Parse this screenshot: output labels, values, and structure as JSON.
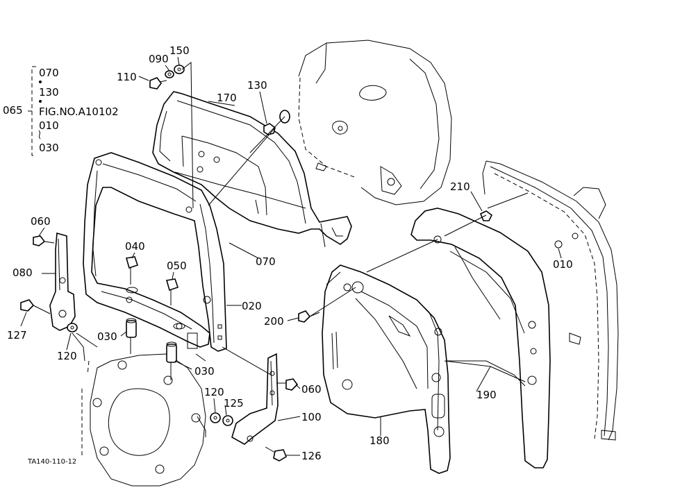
{
  "diagram": {
    "parts": {
      "p010": "010",
      "p020": "020",
      "p030a": "030",
      "p030b": "030",
      "p040": "040",
      "p050": "050",
      "p060a": "060",
      "p060b": "060",
      "p065": "065",
      "p070": "070",
      "p080": "080",
      "p090": "090",
      "p100": "100",
      "p110": "110",
      "p120a": "120",
      "p120b": "120",
      "p125": "125",
      "p126": "126",
      "p127": "127",
      "p130": "130",
      "p150": "150",
      "p170": "170",
      "p180": "180",
      "p190": "190",
      "p200": "200",
      "p210": "210"
    },
    "group065": {
      "l1": "070",
      "l2": "130",
      "l3": "FIG.NO.A10102",
      "l4": "010",
      "l5": "030"
    },
    "figure_code": "TA140-110-12"
  }
}
